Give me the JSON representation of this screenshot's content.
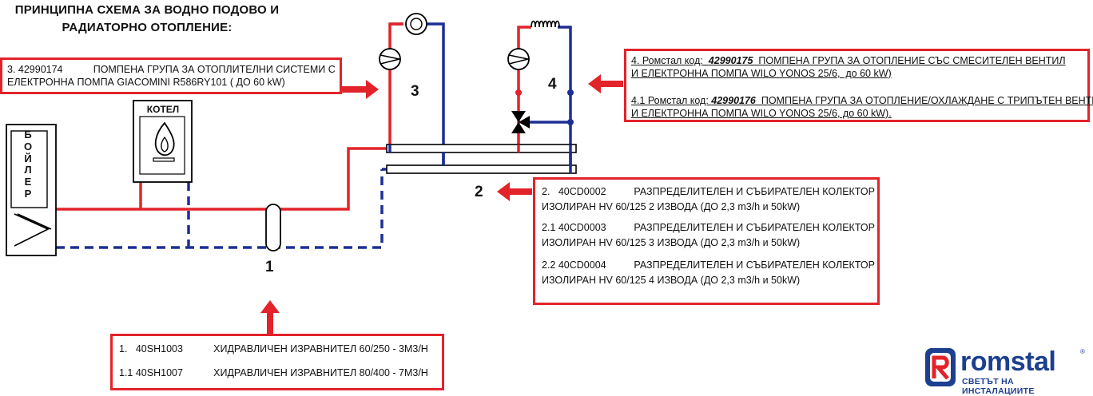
{
  "title": {
    "line1": "ПРИНЦИПНА СХЕМА ЗА ВОДНО ПОДОВО И",
    "line2": "РАДИАТОРНО ОТОПЛЕНИЕ:"
  },
  "components": {
    "boiler_letters": [
      "Б",
      "О",
      "Й",
      "Л",
      "Е",
      "Р"
    ],
    "kotel_label": "КОТЕЛ",
    "numbers": [
      "1",
      "2",
      "3",
      "4"
    ]
  },
  "box3": {
    "line1": "3. 42990174           ПОМПЕНА ГРУПА ЗА ОТОПЛИТЕЛНИ СИСТЕМИ С",
    "line2": "ЕЛЕКТРОННА ПОМПА GIACOMINI R586RY101 ( ДО 60 kW)"
  },
  "box4": {
    "a_prefix": "4. Ромстал код:  ",
    "a_code": "42990175",
    "a_rest": "  ПОМПЕНА ГРУПА ЗА ОТОПЛЕНИЕ СЪС СМЕСИТЕЛЕН ВЕНТИЛ",
    "a_line2": "И ЕЛЕКТРОННА ПОМПА WILO YONOS 25/6,  до 60 kW)",
    "b_prefix": "4.1 Ромстал код: ",
    "b_code": "42990176",
    "b_rest": "  ПОМПЕНА ГРУПА ЗА ОТОПЛЕНИЕ/ОХЛАЖДАНЕ С ТРИПЪТЕН ВЕНТИЛ",
    "b_line2": "И ЕЛЕКТРОННА ПОМПА WILO YONOS 25/6, до 60 kW)."
  },
  "box2": {
    "items": [
      {
        "line1": "2.   40CD0002          РАЗПРЕДЕЛИТЕЛЕН И СЪБИРАТЕЛЕН КОЛЕКТОР",
        "line2": "ИЗОЛИРАН HV 60/125 2 ИЗВОДА (ДО 2,3 m3/h и 50kW)"
      },
      {
        "line1": "2.1 40CD0003          РАЗПРЕДЕЛИТЕЛЕН И СЪБИРАТЕЛЕН КОЛЕКТОР",
        "line2": "ИЗОЛИРАН HV 60/125 3 ИЗВОДА (ДО 2,3 m3/h и 50kW)"
      },
      {
        "line1": "2.2 40CD0004          РАЗПРЕДЕЛИТЕЛЕН И СЪБИРАТЕЛЕН КОЛЕКТОР",
        "line2": "ИЗОЛИРАН HV 60/125 4 ИЗВОДА (ДО 2,3 m3/h и 50kW)"
      }
    ]
  },
  "box1": {
    "items": [
      "1.   40SH1003           ХИДРАВЛИЧЕН ИЗРАВНИТЕЛ 60/250 - 3М3/Н",
      "1.1 40SH1007           ХИДРАВЛИЧЕН ИЗРАВНИТЕЛ 80/400 - 7М3/Н"
    ]
  },
  "logo": {
    "word": "romstal",
    "tagline": "СВЕТЪТ НА ИНСТАЛАЦИИТЕ",
    "registered": "®"
  },
  "colors": {
    "supply": "#e3232a",
    "return": "#1d2f96",
    "box_border": "#e3232a",
    "brand": "#1d3f8f"
  }
}
